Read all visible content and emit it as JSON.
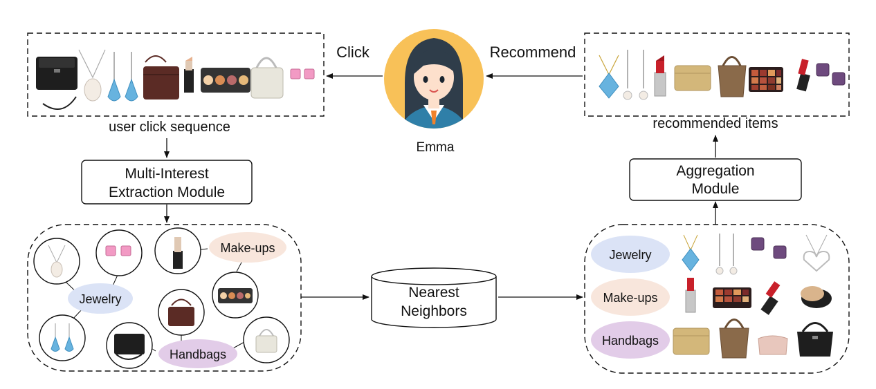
{
  "labels": {
    "click": "Click",
    "recommend": "Recommend",
    "user_name": "Emma",
    "user_click_sequence": "user click sequence",
    "recommended_items": "recommended items",
    "multi_interest_line1": "Multi-Interest",
    "multi_interest_line2": "Extraction Module",
    "aggregation_line1": "Aggregation",
    "aggregation_line2": "Module",
    "nearest_line1": "Nearest",
    "nearest_line2": "Neighbors"
  },
  "interests": {
    "jewelry": "Jewelry",
    "makeups": "Make-ups",
    "handbags": "Handbags"
  },
  "colors": {
    "jewelry": "#dbe3f6",
    "makeups": "#f8e6dc",
    "handbags": "#e2cce8",
    "avatar_bg": "#f8c158",
    "hair": "#2f3d4a",
    "skin": "#fde0cc",
    "jacket": "#2f7fa8",
    "tie": "#f0822c",
    "lipstick_red": "#c8202a",
    "handbag_black": "#1e1e1e",
    "handbag_brown": "#5b2b25",
    "handbag_tan": "#d3b77a",
    "tote_brown": "#8a6a4a",
    "crystal_blue": "#67b3df",
    "amethyst": "#6e4a7e",
    "pink_stone": "#f29ac4"
  },
  "icons": {
    "user_avatar": "woman-avatar-icon",
    "items": [
      "handbag-icon",
      "pendant-icon",
      "earring-icon",
      "lipstick-icon",
      "eyeshadow-palette-icon",
      "compact-powder-icon"
    ]
  }
}
